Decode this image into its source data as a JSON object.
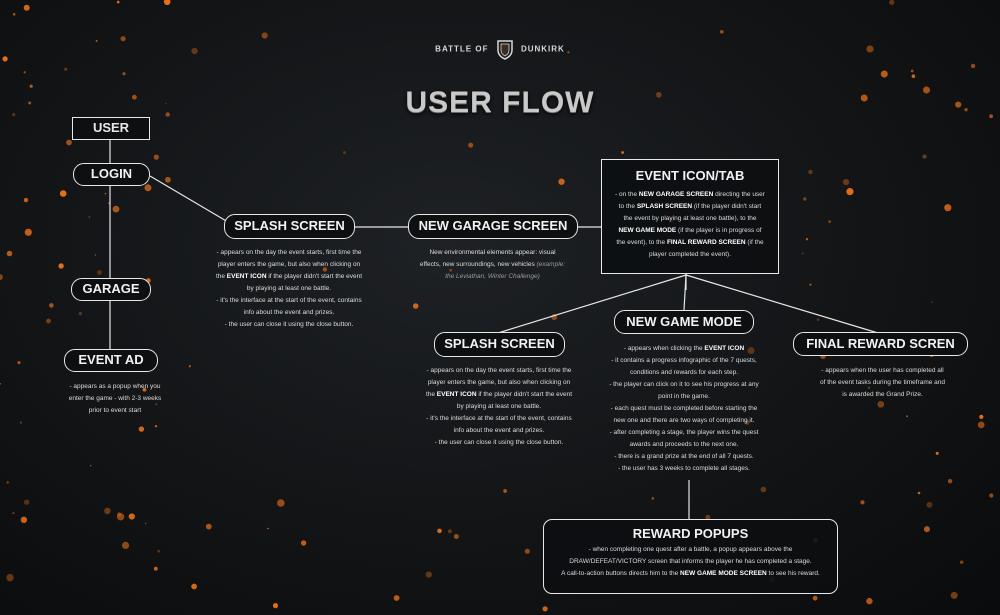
{
  "brand": {
    "left": "BATTLE OF",
    "right": "DUNKIRK"
  },
  "title": "USER FLOW",
  "nodes": {
    "user": "USER",
    "login": "LOGIN",
    "garage": "GARAGE",
    "event_ad": "EVENT AD",
    "splash_top": "SPLASH SCREEN",
    "new_garage": "NEW GARAGE SCREEN",
    "event_icon": "EVENT ICON/TAB",
    "splash_bottom": "SPLASH SCREEN",
    "new_game_mode": "NEW GAME MODE",
    "final_reward": "FINAL REWARD SCREN",
    "reward_popups": "REWARD POPUPS"
  },
  "descriptions": {
    "event_ad": [
      "- appears as a popup when you",
      "enter the game - with 2-3 weeks",
      "prior to event start"
    ],
    "splash_top": [
      [
        {
          "t": "- appears on the day the event starts, first time the"
        }
      ],
      [
        {
          "t": "player enters the game, but also when clicking on"
        }
      ],
      [
        {
          "t": "the "
        },
        {
          "t": "EVENT ICON",
          "b": true
        },
        {
          "t": " if the player didn't start the event"
        }
      ],
      [
        {
          "t": "by playing at least one battle."
        }
      ],
      [
        {
          "t": "- it's the interface at the start of the event, contains"
        }
      ],
      [
        {
          "t": "info about the event and prizes."
        }
      ],
      [
        {
          "t": "- the user can close it using the close button."
        }
      ]
    ],
    "new_garage": [
      [
        {
          "t": "New environmental elements appear: visual"
        }
      ],
      [
        {
          "t": "effects, new surroundings, new vehicles "
        },
        {
          "t": "(example:",
          "i": true
        }
      ],
      [
        {
          "t": "the Leviathan, Winter Challenge)",
          "i": true
        }
      ]
    ],
    "event_icon": [
      [
        {
          "t": "- on the "
        },
        {
          "t": "NEW GARAGE SCREEN",
          "b": true
        },
        {
          "t": " directing the user"
        }
      ],
      [
        {
          "t": "to the "
        },
        {
          "t": "SPLASH SCREEN",
          "b": true
        },
        {
          "t": " (if the player didn't start"
        }
      ],
      [
        {
          "t": "the event by playing at least one battle), to the"
        }
      ],
      [
        {
          "t": "NEW GAME MODE",
          "b": true
        },
        {
          "t": " (if the player is in progress of"
        }
      ],
      [
        {
          "t": "the event), to the "
        },
        {
          "t": "FINAL REWARD SCREEN",
          "b": true
        },
        {
          "t": " (if the"
        }
      ],
      [
        {
          "t": "player completed the event)."
        }
      ]
    ],
    "splash_bottom": [
      [
        {
          "t": "- appears on the day the event starts, first time the"
        }
      ],
      [
        {
          "t": "player enters the game, but also when clicking on"
        }
      ],
      [
        {
          "t": "the "
        },
        {
          "t": "EVENT ICON",
          "b": true
        },
        {
          "t": " if the player didn't start the event"
        }
      ],
      [
        {
          "t": "by playing at least one battle."
        }
      ],
      [
        {
          "t": "- it's the interface at the start of the event, contains"
        }
      ],
      [
        {
          "t": "info about the event and prizes."
        }
      ],
      [
        {
          "t": "- the user can close it using the close button."
        }
      ]
    ],
    "new_game_mode": [
      [
        {
          "t": "- appears when clicking the "
        },
        {
          "t": "EVENT ICON",
          "b": true
        }
      ],
      [
        {
          "t": "- it contains a progress infographic of the 7 quests,"
        }
      ],
      [
        {
          "t": "conditions and rewards for each step."
        }
      ],
      [
        {
          "t": "- the player can click on it to see his progress at any"
        }
      ],
      [
        {
          "t": "point in the game."
        }
      ],
      [
        {
          "t": "- each quest must be completed before starting the"
        }
      ],
      [
        {
          "t": "new one and there are two ways of completing it."
        }
      ],
      [
        {
          "t": "- after completing a stage, the player wins the quest"
        }
      ],
      [
        {
          "t": "awards and proceeds to the next one."
        }
      ],
      [
        {
          "t": "- there is a grand prize at the end of all 7 quests."
        }
      ],
      [
        {
          "t": "- the user has 3 weeks to complete all stages."
        }
      ]
    ],
    "final_reward": [
      [
        {
          "t": "- appears when the user has completed all"
        }
      ],
      [
        {
          "t": "of the event tasks during the timeframe and"
        }
      ],
      [
        {
          "t": "is awarded the Grand Prize."
        }
      ]
    ],
    "reward_popups": [
      [
        {
          "t": "- when completing one quest after a battle, a popup appears above the"
        }
      ],
      [
        {
          "t": "DRAW/DEFEAT/VICTORY screen that informs the player he has completed a stage."
        }
      ],
      [
        {
          "t": "A call-to-action buttons directs him to the "
        },
        {
          "t": "NEW GAME MODE SCREEN",
          "b": true
        },
        {
          "t": " to see his reward."
        }
      ]
    ]
  },
  "colors": {
    "line": "#e6e6e6",
    "ember": "#ff7a1a",
    "background": "#15181b"
  }
}
